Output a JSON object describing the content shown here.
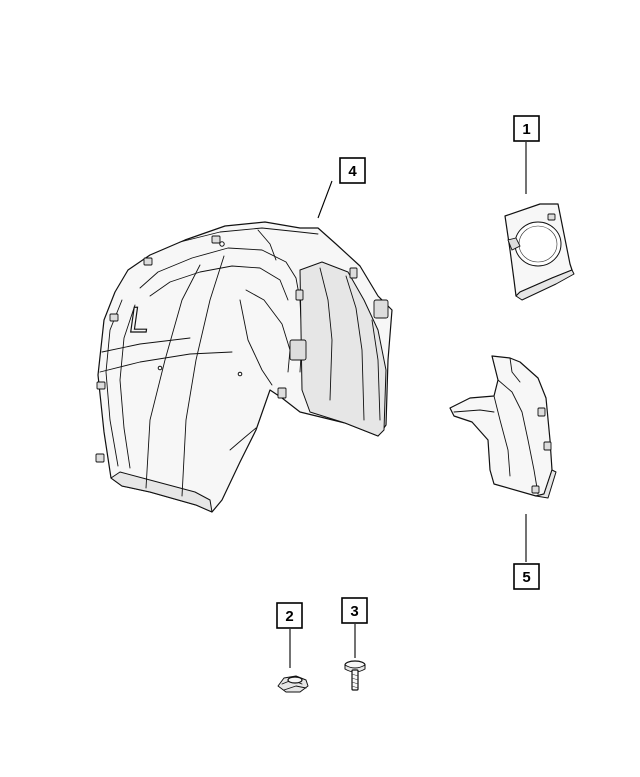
{
  "callouts": {
    "c1": "1",
    "c2": "2",
    "c3": "3",
    "c4": "4",
    "c5": "5"
  },
  "part_marking": "L",
  "colors": {
    "line": "#111111",
    "fill": "#f7f7f7",
    "background": "#ffffff"
  }
}
